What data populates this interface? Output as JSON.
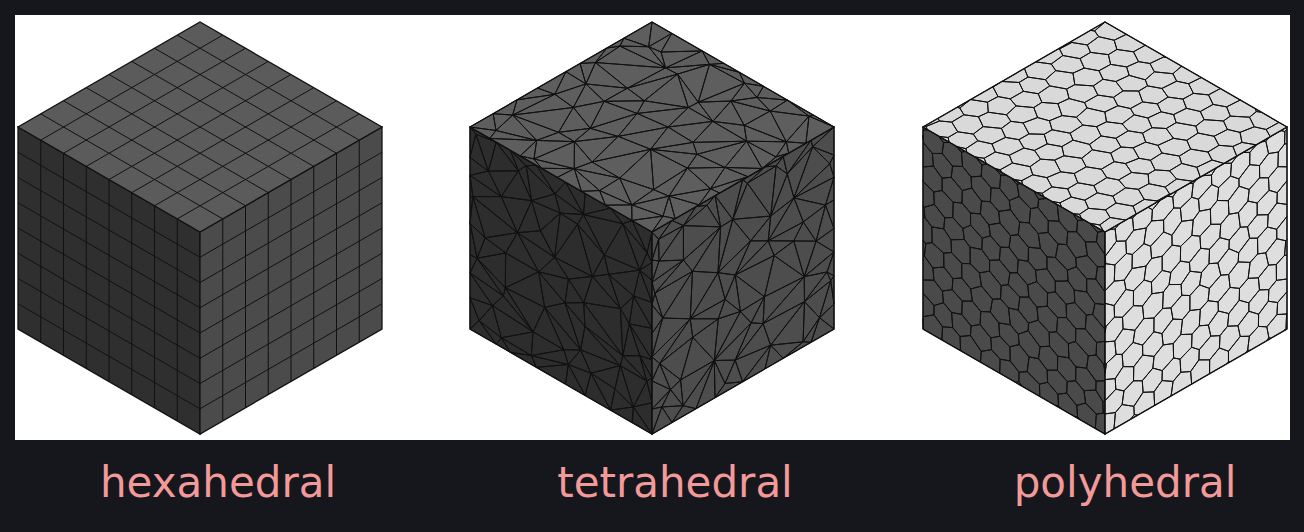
{
  "diagram": {
    "labels": [
      "hexahedral",
      "tetrahedral",
      "polyhedral"
    ]
  }
}
